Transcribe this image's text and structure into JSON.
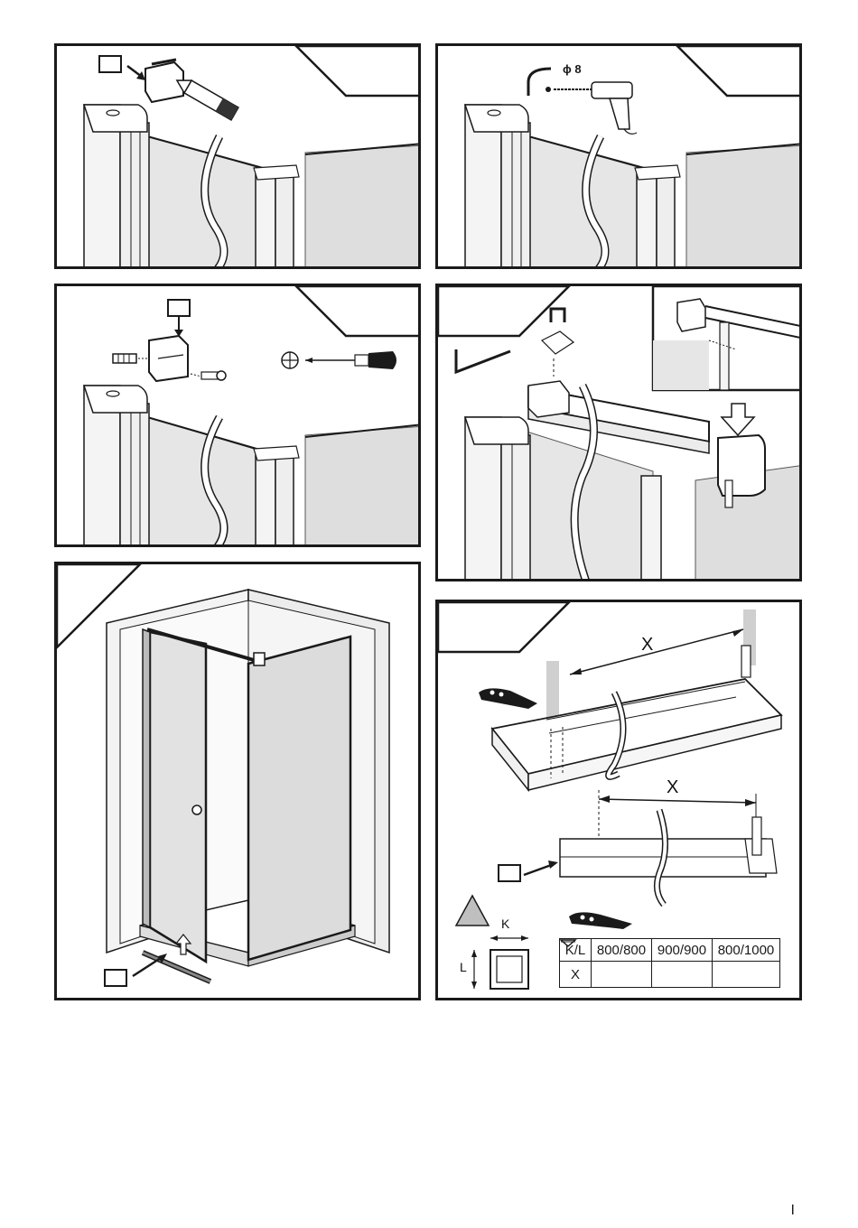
{
  "step6": {
    "drill_size": "ϕ 8"
  },
  "step8": {
    "dimension_x_top": "X",
    "dimension_x_bottom": "X",
    "profile_k": "K",
    "profile_l": "L",
    "table": {
      "header": [
        "K/L",
        "800/800",
        "900/900",
        "800/1000"
      ],
      "row_label": "X"
    }
  },
  "page_marker": "I",
  "colors": {
    "line": "#1a1a1a",
    "glass": "#d9d9d9",
    "wall": "#ececec",
    "warning": "#bfbfbf"
  }
}
